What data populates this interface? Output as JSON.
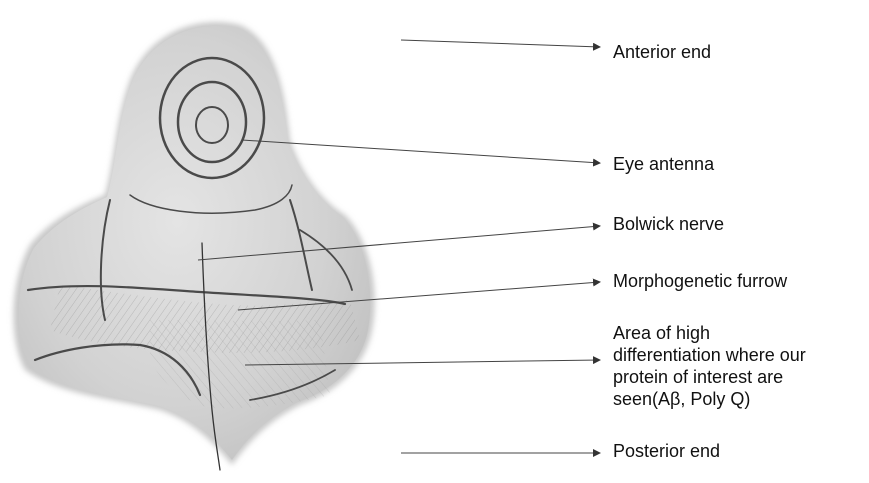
{
  "labels": {
    "anterior": "Anterior end",
    "eye": "Eye antenna",
    "bolwick": "Bolwick nerve",
    "furrow": "Morphogenetic furrow",
    "area_lines": [
      "Area of high",
      "differentiation where our",
      "protein of interest are",
      "seen(Aβ, Poly Q)"
    ],
    "posterior": "Posterior end"
  },
  "colors": {
    "tissue": "#d9d9d9",
    "tissue_dark": "#bdbdbd",
    "pencil": "#4a4a4a",
    "arrow": "#333333"
  }
}
